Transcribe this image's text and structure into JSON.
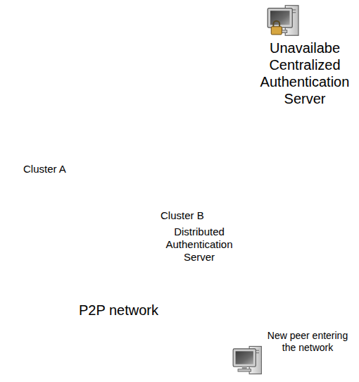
{
  "diagram": {
    "nodes": [
      {
        "text": [
          "P2P network"
        ]
      },
      {
        "text": [
          "Cluster A"
        ],
        "in": 0
      },
      {
        "text": [
          "Cluster B",
          "Distributed Authentication Server"
        ],
        "in": 0
      },
      {
        "text": [
          "Unavailabe Centralized Authentication Server"
        ]
      },
      {
        "text": [
          "New peer entering the network"
        ]
      }
    ],
    "edges": [
      {
        "from": 3,
        "to": 0,
        "arrow": "both"
      },
      {
        "from": 4,
        "to": 2,
        "arrow": "both"
      }
    ]
  }
}
